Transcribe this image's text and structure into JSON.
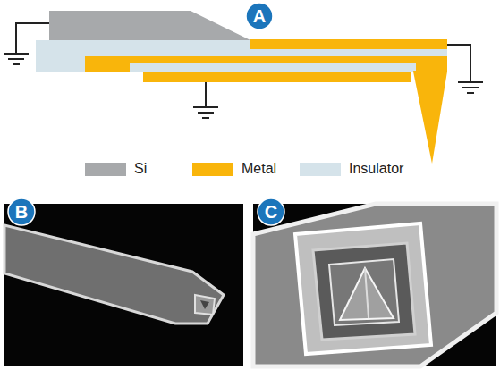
{
  "diagram": {
    "nodes": [
      {
        "text": [
          "A"
        ]
      },
      {
        "text": [
          "B"
        ]
      },
      {
        "text": [
          "C"
        ]
      }
    ],
    "legend": [
      {
        "text": "Si",
        "color": "#a7a9ab"
      },
      {
        "text": "Metal",
        "color": "#f9b50b"
      },
      {
        "text": "Insulator",
        "color": "#d5e3ea"
      }
    ]
  }
}
